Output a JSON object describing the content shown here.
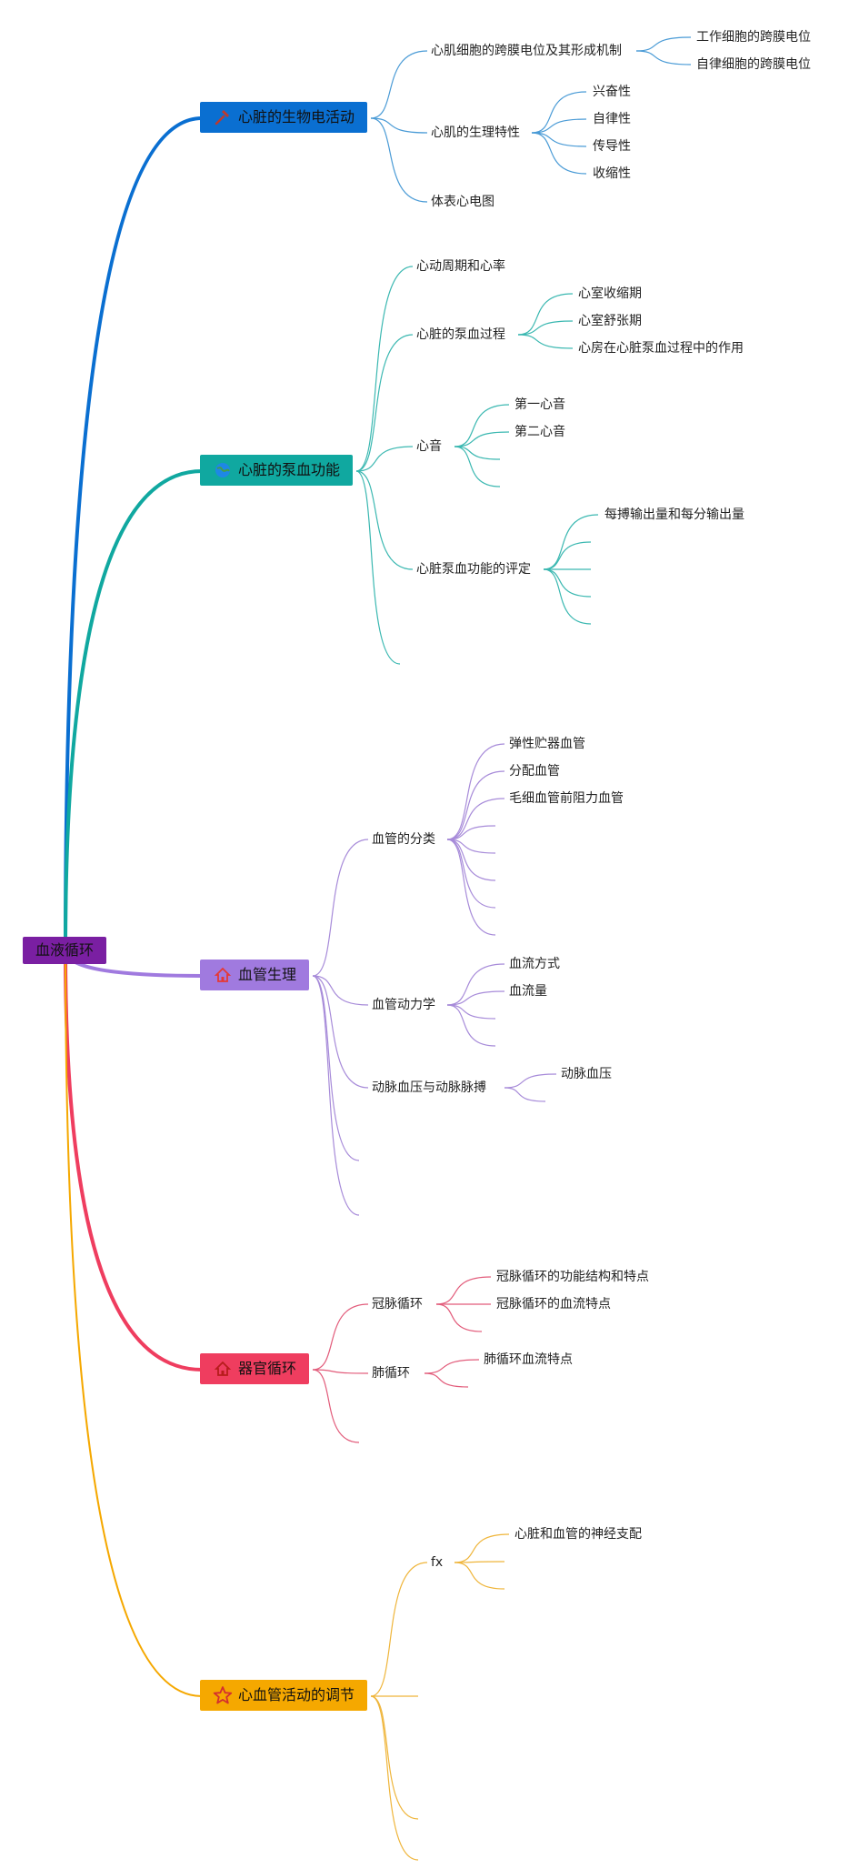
{
  "root": {
    "label": "血液循环",
    "color": "#7a1fa2"
  },
  "branches": [
    {
      "label": "心脏的生物电活动",
      "color": "#0a6fd1",
      "line_color": "#4a9bd6",
      "icon": "hammer-icon"
    },
    {
      "label": "心脏的泵血功能",
      "color": "#10a8a0",
      "line_color": "#3bb8b1",
      "icon": "globe-icon"
    },
    {
      "label": "血管生理",
      "color": "#a07adf",
      "line_color": "#a78bd9",
      "icon": "home-icon"
    },
    {
      "label": "器官循环",
      "color": "#ef3d5f",
      "line_color": "#e25b7a",
      "icon": "home-icon"
    },
    {
      "label": "心血管活动的调节",
      "color": "#f5a800",
      "line_color": "#efb53a",
      "icon": "star-icon"
    }
  ],
  "nodes": {
    "b1": {
      "c1": "心肌细胞的跨膜电位及其形成机制",
      "c1a": "工作细胞的跨膜电位",
      "c1b": "自律细胞的跨膜电位",
      "c2": "心肌的生理特性",
      "c2a": "兴奋性",
      "c2b": "自律性",
      "c2c": "传导性",
      "c2d": "收缩性",
      "c3": "体表心电图"
    },
    "b2": {
      "c1": "心动周期和心率",
      "c2": "心脏的泵血过程",
      "c2a": "心室收缩期",
      "c2b": "心室舒张期",
      "c2c": "心房在心脏泵血过程中的作用",
      "c3": "心音",
      "c3a": "第一心音",
      "c3b": "第二心音",
      "c4": "心脏泵血功能的评定",
      "c4a": "每搏输出量和每分输出量"
    },
    "b3": {
      "c1": "血管的分类",
      "c1a": "弹性贮器血管",
      "c1b": "分配血管",
      "c1c": "毛细血管前阻力血管",
      "c2": "血管动力学",
      "c2a": "血流方式",
      "c2b": "血流量",
      "c3": "动脉血压与动脉脉搏",
      "c3a": "动脉血压"
    },
    "b4": {
      "c1": "冠脉循环",
      "c1a": "冠脉循环的功能结构和特点",
      "c1b": "冠脉循环的血流特点",
      "c2": "肺循环",
      "c2a": "肺循环血流特点"
    },
    "b5": {
      "c1": "fx",
      "c1a": "心脏和血管的神经支配"
    }
  }
}
